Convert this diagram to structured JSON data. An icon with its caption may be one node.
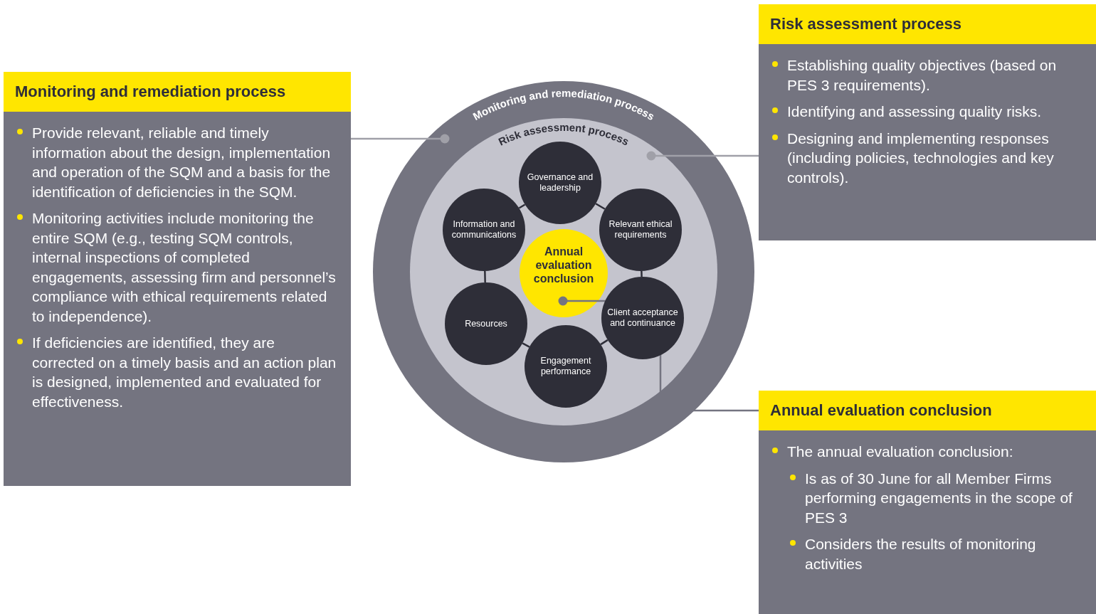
{
  "diagram": {
    "nodes": [
      {
        "text": [
          "Monitoring and remediation process",
          "Provide relevant, reliable and timely information about the design, implementation and operation of the SQM and a basis for the identification of deficiencies in the SQM.",
          "Monitoring activities include monitoring the entire SQM (e.g., testing SQM controls, internal inspections of completed engagements, assessing firm and personnel’s compliance with ethical requirements related to independence).",
          "If deficiencies are identified, they are corrected on a timely basis and an action plan is designed, implemented and evaluated for effectiveness."
        ]
      },
      {
        "text": [
          "Monitoring and remediation process"
        ]
      },
      {
        "text": [
          "Risk assessment process"
        ],
        "in": 1
      },
      {
        "text": [
          "Governance and leadership"
        ],
        "in": 2
      },
      {
        "text": [
          "Information and communications"
        ],
        "in": 2
      },
      {
        "text": [
          "Relevant ethical requirements"
        ],
        "in": 2
      },
      {
        "text": [
          "Annual evaluation conclusion"
        ],
        "in": 2
      },
      {
        "text": [
          "Resources"
        ],
        "in": 2
      },
      {
        "text": [
          "Client acceptance and continuance"
        ],
        "in": 2
      },
      {
        "text": [
          "Engagement performance"
        ],
        "in": 2
      },
      {
        "text": [
          "Risk assessment process",
          "Establishing quality objectives (based on PES 3 requirements).",
          "Identifying and assessing quality risks.",
          "Designing and implementing responses (including policies, technologies and key controls)."
        ]
      },
      {
        "text": [
          "Annual evaluation conclusion",
          "The annual evaluation conclusion:",
          "Is as of 30 June for all Member Firms performing engagements in the scope of PES 3",
          "Considers the results of monitoring activities"
        ]
      }
    ],
    "edges": [
      {
        "from": 0,
        "to": 1,
        "arrow": "other",
        "color": "#a0a0a8"
      },
      {
        "from": 10,
        "to": 2,
        "arrow": "other",
        "color": "#a0a0a8"
      },
      {
        "from": 11,
        "to": 6,
        "arrow": "other",
        "color": "#747480"
      },
      {
        "from": 3,
        "to": 5,
        "arrow": "none"
      },
      {
        "from": 5,
        "to": 8,
        "arrow": "none"
      },
      {
        "from": 8,
        "to": 9,
        "arrow": "none"
      },
      {
        "from": 9,
        "to": 7,
        "arrow": "none"
      },
      {
        "from": 7,
        "to": 4,
        "arrow": "none"
      },
      {
        "from": 4,
        "to": 3,
        "arrow": "none"
      }
    ]
  }
}
